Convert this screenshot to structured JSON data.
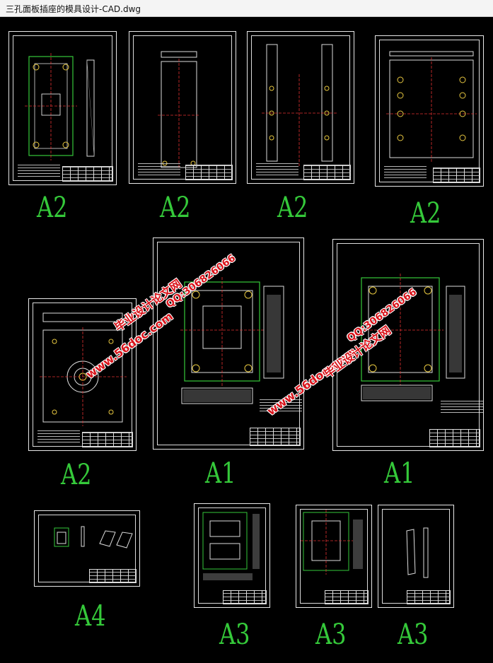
{
  "window": {
    "title": "三孔面板插座的模具设计-CAD.dwg"
  },
  "drawing_sizes": [
    "A2",
    "A2",
    "A2",
    "A2",
    "A2",
    "A1",
    "A1",
    "A4",
    "A3",
    "A3",
    "A3"
  ],
  "watermark": {
    "site": "www.56doc.com",
    "name": "毕业设计论文网",
    "qq": "QQ:306826066"
  },
  "colors": {
    "background": "#000000",
    "size_label": "#35c93a",
    "watermark": "#d9141b"
  }
}
